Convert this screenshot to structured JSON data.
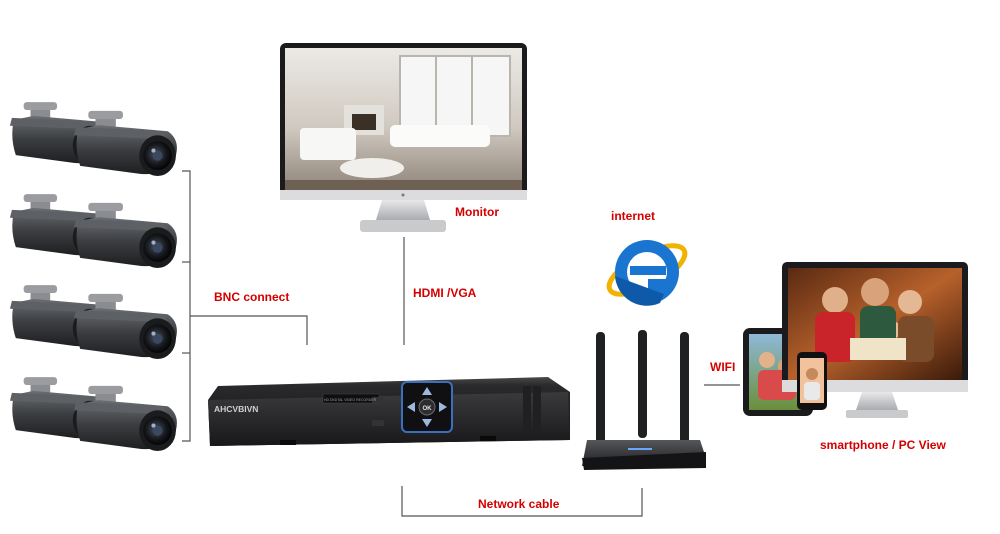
{
  "labels": {
    "monitor": "Monitor",
    "internet": "internet",
    "bnc": "BNC connect",
    "hdmi": "HDMI /VGA",
    "wifi": "WIFI",
    "network": "Network cable",
    "view": "smartphone / PC View"
  },
  "dvr": {
    "brand": "AHCVBIVN",
    "model": "HD DIGITAL VIDEO RECORDER",
    "ok": "OK"
  },
  "icons": {
    "browser": "internet-explorer-logo",
    "camera": "bullet-camera"
  },
  "colors": {
    "label": "#d40000",
    "line": "#555555",
    "device": "#2b2b2b",
    "browser_blue": "#1a75d1",
    "browser_ring": "#f2b300"
  }
}
